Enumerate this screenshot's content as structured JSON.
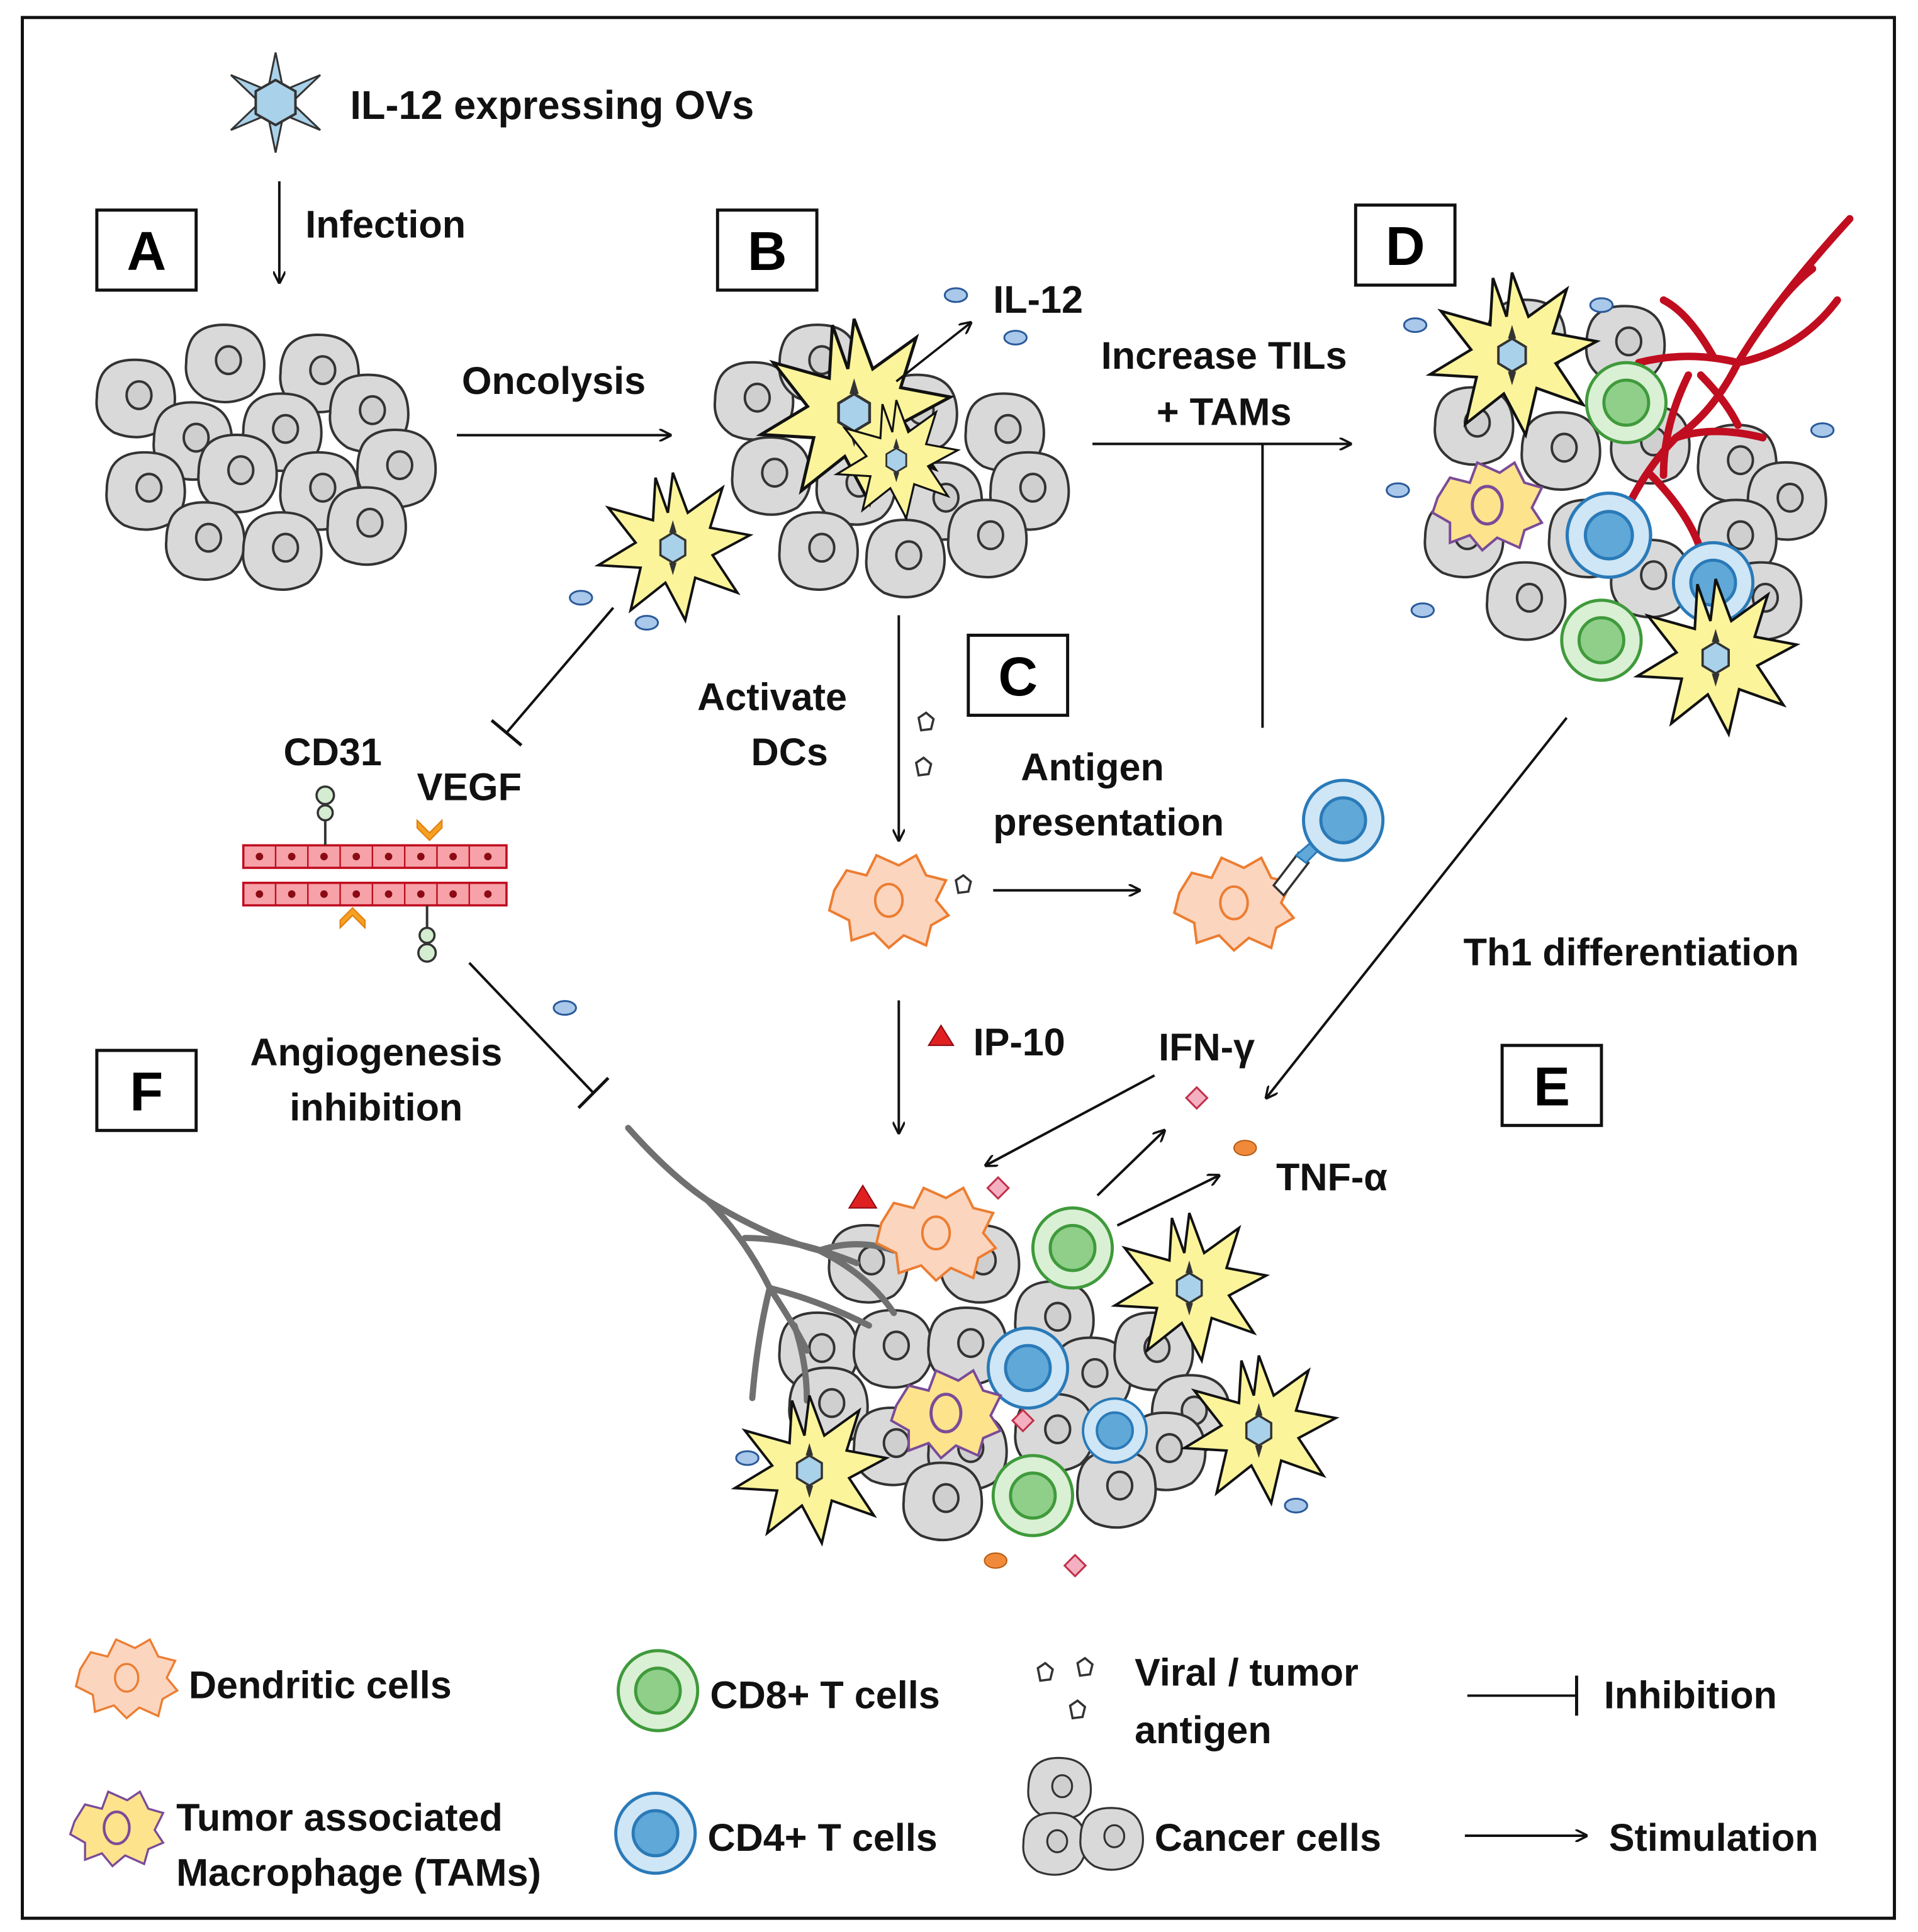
{
  "virus_label": "IL-12 expressing OVs",
  "panels": {
    "A": "A",
    "B": "B",
    "C": "C",
    "D": "D",
    "E": "E",
    "F": "F"
  },
  "process_labels": {
    "infection": "Infection",
    "oncolysis": "Oncolysis",
    "il12": "IL-12",
    "increase_tils_1": "Increase TILs",
    "increase_tils_2": "+ TAMs",
    "activate_1": "Activate",
    "activate_2": "DCs",
    "antigen_1": "Antigen",
    "antigen_2": "presentation",
    "cd31": "CD31",
    "vegf": "VEGF",
    "th1": "Th1 differentiation",
    "ip10": "IP-10",
    "ifn": "IFN-γ",
    "tnf": "TNF-α",
    "angio_1": "Angiogenesis",
    "angio_2": "inhibition"
  },
  "legend": {
    "dendritic": "Dendritic cells",
    "tam_1": "Tumor associated",
    "tam_2": "Macrophage (TAMs)",
    "cd8": "CD8+ T cells",
    "cd4": "CD4+ T cells",
    "antigen_1": "Viral / tumor",
    "antigen_2": "antigen",
    "cancer": "Cancer cells",
    "inhibition": "Inhibition",
    "stimulation": "Stimulation"
  },
  "colors": {
    "cancer_fill": "#d9d9d9",
    "cancer_stroke": "#333333",
    "virus_fill": "#a9d1ea",
    "burst_fill": "#fbf49b",
    "dc_fill": "#fcd5bf",
    "dc_stroke": "#ec7d31",
    "tam_fill": "#fde38c",
    "tam_stroke": "#7a4b98",
    "cd8_fill": "#8fcf8a",
    "cd8_ring": "#d9f0d4",
    "cd8_stroke": "#3f9a3b",
    "cd4_fill": "#5fa8d8",
    "cd4_ring": "#cfe6f6",
    "cd4_stroke": "#2a7ab8",
    "vessel_red": "#c00d1f",
    "vessel_gray": "#707070",
    "ip10": "#e02020",
    "ifn": "#e0405a",
    "tnf": "#f08a3a",
    "il12": "#a9c8ea"
  }
}
